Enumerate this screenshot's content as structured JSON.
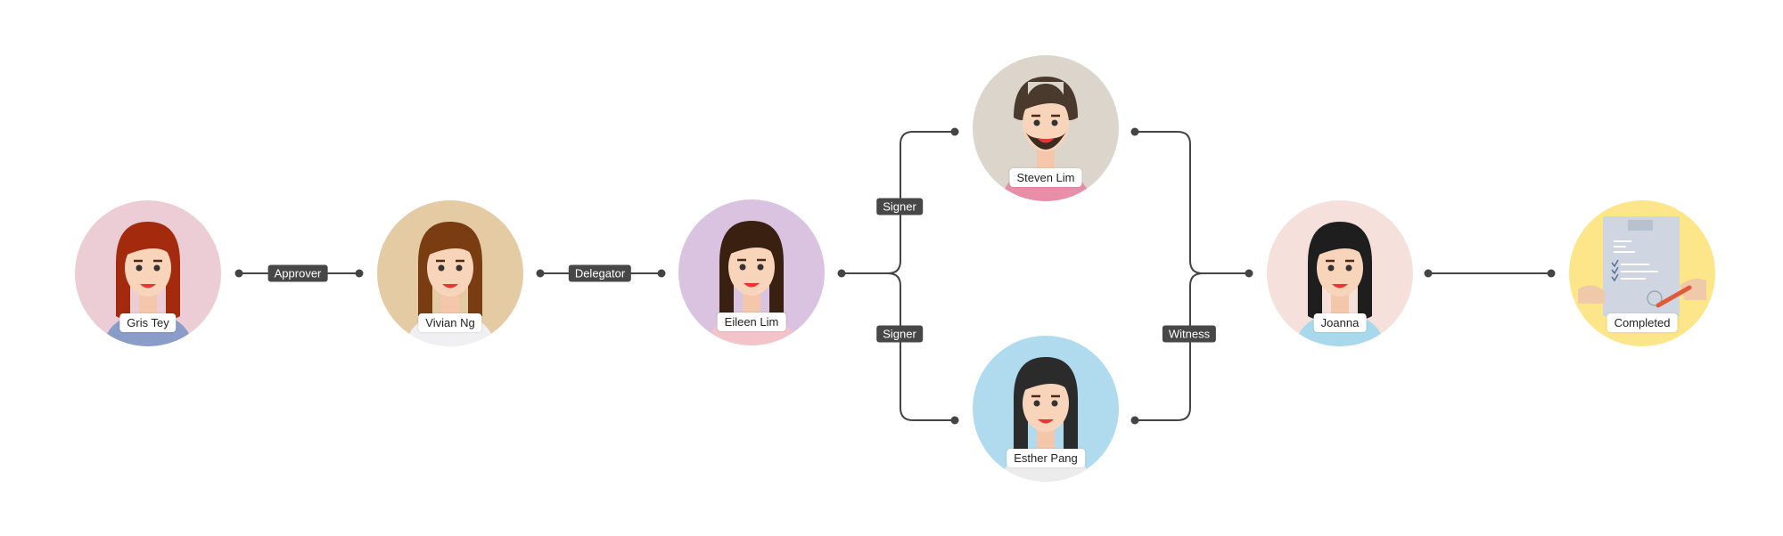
{
  "participants": [
    {
      "name": "Gris Tey",
      "bg": "#eccdd6",
      "hair": "#a32a0c",
      "shirt": "#8a9cc8"
    },
    {
      "name": "Vivian Ng",
      "bg": "#e5cba3",
      "hair": "#7a3d12",
      "shirt": "#f0f0f3"
    },
    {
      "name": "Eileen Lim",
      "bg": "#d9c3e0",
      "hair": "#3a2010",
      "shirt": "#f2c3c8"
    },
    {
      "name": "Steven Lim",
      "bg": "#dbd5cb",
      "hair": "#4a3a2e",
      "shirt": "#e98ea8"
    },
    {
      "name": "Esther Pang",
      "bg": "#b0dbee",
      "hair": "#2b2b2b",
      "shirt": "#ececec"
    },
    {
      "name": "Joanna",
      "bg": "#f5e0db",
      "hair": "#1e1e1e",
      "shirt": "#a8d8ec"
    }
  ],
  "completed": {
    "label": "Completed",
    "bg": "#fde58a"
  },
  "roles": {
    "approver": "Approver",
    "delegator": "Delegator",
    "signer_1": "Signer",
    "signer_2": "Signer",
    "witness": "Witness"
  },
  "colors": {
    "line": "#444444",
    "label_bg": "#474747"
  }
}
